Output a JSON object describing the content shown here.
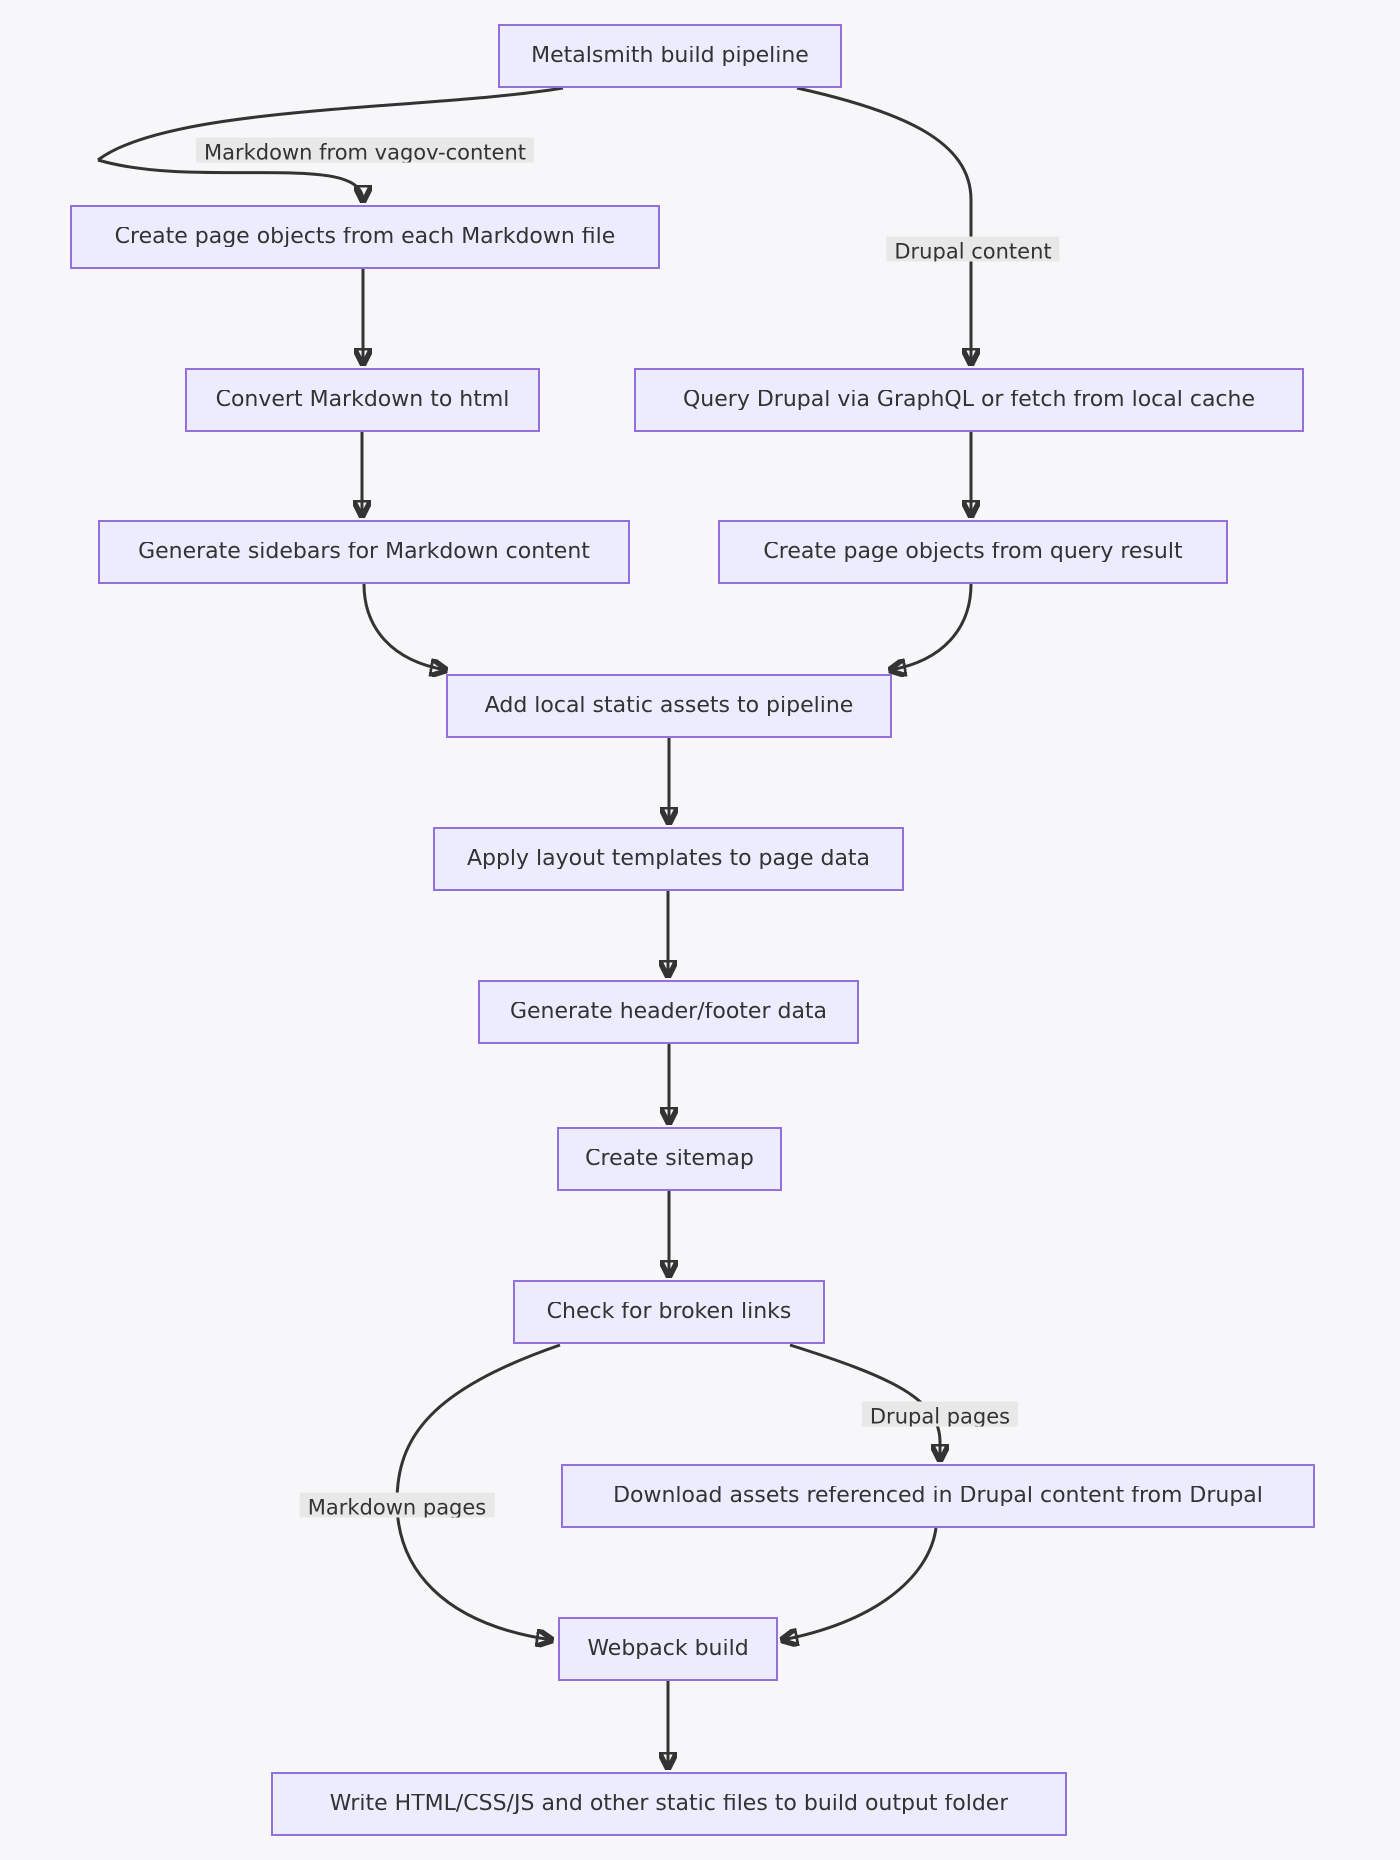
{
  "diagram": {
    "type": "flowchart",
    "nodes": [
      {
        "id": "metalsmith",
        "label": "Metalsmith build pipeline"
      },
      {
        "id": "createMd",
        "label": "Create page objects from each Markdown file"
      },
      {
        "id": "convertMd",
        "label": "Convert Markdown to html"
      },
      {
        "id": "queryDrupal",
        "label": "Query Drupal via GraphQL or fetch from local cache"
      },
      {
        "id": "sidebars",
        "label": "Generate sidebars for Markdown content"
      },
      {
        "id": "createDrupal",
        "label": "Create page objects from query result"
      },
      {
        "id": "addAssets",
        "label": "Add local static assets to pipeline"
      },
      {
        "id": "applyLayouts",
        "label": "Apply layout templates to page data"
      },
      {
        "id": "headerFooter",
        "label": "Generate header/footer data"
      },
      {
        "id": "sitemap",
        "label": "Create sitemap"
      },
      {
        "id": "brokenLinks",
        "label": "Check for broken links"
      },
      {
        "id": "downloadAssets",
        "label": "Download assets referenced in Drupal content from Drupal"
      },
      {
        "id": "webpack",
        "label": "Webpack build"
      },
      {
        "id": "write",
        "label": "Write HTML/CSS/JS and other static files to build output folder"
      }
    ],
    "edge_labels": [
      {
        "id": "mdSource",
        "label": "Markdown from vagov-content"
      },
      {
        "id": "drupalSource",
        "label": "Drupal content"
      },
      {
        "id": "markdownPages",
        "label": "Markdown pages"
      },
      {
        "id": "drupalPages",
        "label": "Drupal pages"
      }
    ],
    "edges": [
      {
        "from": "metalsmith",
        "to": "createMd",
        "label": "Markdown from vagov-content"
      },
      {
        "from": "metalsmith",
        "to": "queryDrupal",
        "label": "Drupal content"
      },
      {
        "from": "createMd",
        "to": "convertMd",
        "label": ""
      },
      {
        "from": "convertMd",
        "to": "sidebars",
        "label": ""
      },
      {
        "from": "queryDrupal",
        "to": "createDrupal",
        "label": ""
      },
      {
        "from": "sidebars",
        "to": "addAssets",
        "label": ""
      },
      {
        "from": "createDrupal",
        "to": "addAssets",
        "label": ""
      },
      {
        "from": "addAssets",
        "to": "applyLayouts",
        "label": ""
      },
      {
        "from": "applyLayouts",
        "to": "headerFooter",
        "label": ""
      },
      {
        "from": "headerFooter",
        "to": "sitemap",
        "label": ""
      },
      {
        "from": "sitemap",
        "to": "brokenLinks",
        "label": ""
      },
      {
        "from": "brokenLinks",
        "to": "webpack",
        "label": "Markdown pages"
      },
      {
        "from": "brokenLinks",
        "to": "downloadAssets",
        "label": "Drupal pages"
      },
      {
        "from": "downloadAssets",
        "to": "webpack",
        "label": ""
      },
      {
        "from": "webpack",
        "to": "write",
        "label": ""
      }
    ],
    "colors": {
      "background": "#f7f7f9",
      "node_fill": "#ECECFF",
      "node_border": "#9370DB",
      "edge_stroke": "#333333",
      "edge_label_bg": "#e8e8e8",
      "text": "#333333"
    }
  }
}
